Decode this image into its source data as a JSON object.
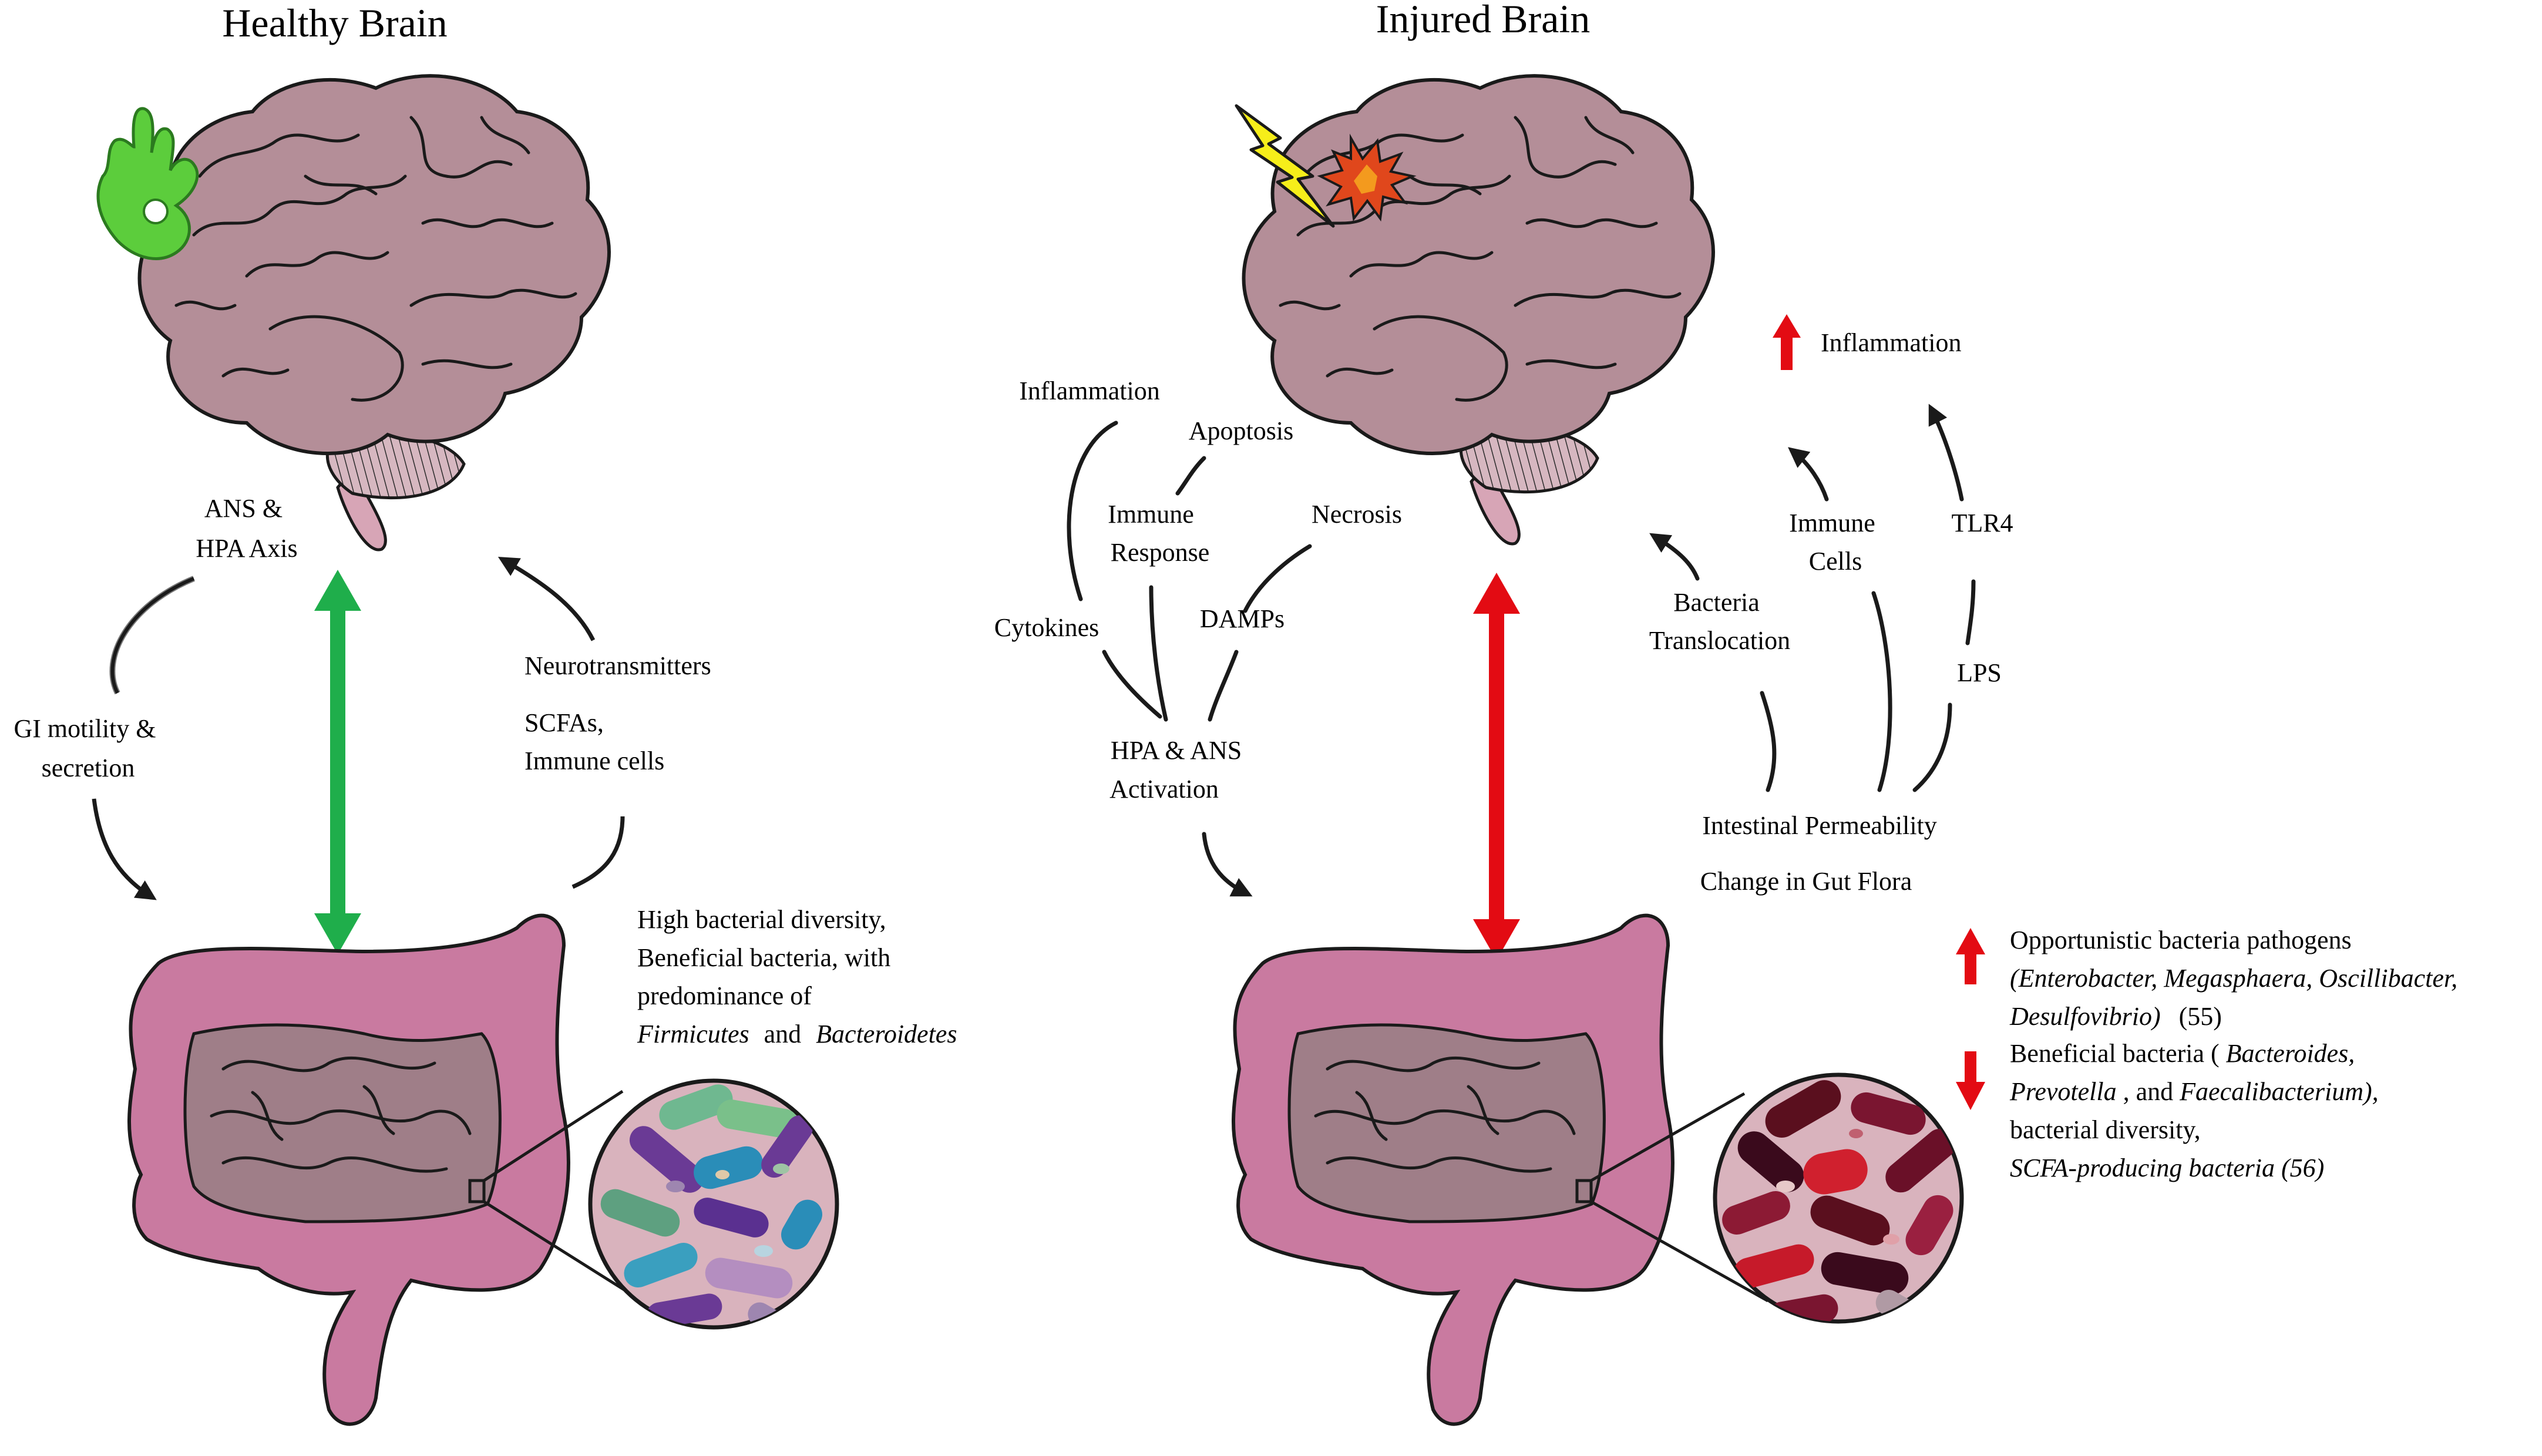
{
  "titles": {
    "healthy": "Healthy Brain",
    "injured": "Injured Brain"
  },
  "healthy": {
    "ans_hpa": [
      "ANS &",
      "HPA Axis"
    ],
    "gi_motility": [
      "GI motility &",
      "secretion"
    ],
    "neurotransmitters": "Neurotransmitters",
    "scfas": [
      "SCFAs,",
      "Immune cells"
    ],
    "diversity_note": [
      "High bacterial diversity,",
      "Beneficial bacteria, with",
      "predominance of"
    ],
    "diversity_taxa": {
      "a": "Firmicutes",
      "and": "and",
      "b": "Bacteroidetes"
    }
  },
  "injured": {
    "inflammation_left": "Inflammation",
    "apoptosis": "Apoptosis",
    "immune_response": [
      "Immune",
      "Response"
    ],
    "necrosis": "Necrosis",
    "cytokines": "Cytokines",
    "damps": "DAMPs",
    "hpa_ans": [
      "HPA & ANS",
      "Activation"
    ],
    "inflammation_right": "Inflammation",
    "immune_cells": [
      "Immune",
      "Cells"
    ],
    "tlr4": "TLR4",
    "lps": "LPS",
    "bacteria_translocation": [
      "Bacteria",
      "Translocation"
    ],
    "intestinal_permeability": "Intestinal Permeability",
    "gut_flora": "Change in Gut Flora",
    "opportunistic": {
      "line1": "Opportunistic bacteria pathogens",
      "line2": "(Enterobacter, Megasphaera, Oscillibacter,",
      "line3_italic": "Desulfovibrio)",
      "line3_ref": "(55)"
    },
    "beneficial": {
      "line1_a": "Beneficial bacteria (",
      "line1_b": "Bacteroides,",
      "line2_a": "Prevotella",
      "line2_b": ", and ",
      "line2_c": "Faecalibacterium),",
      "line3": "bacterial diversity,",
      "line4": "SCFA-producing bacteria (56)"
    }
  },
  "colors": {
    "brain": "#b48e98",
    "brain_outline": "#1a1a1a",
    "intestine": "#c97aa0",
    "healthy_arrow": "#1fae4b",
    "injured_arrow": "#e30b13",
    "up_arrow": "#e30b13",
    "hand": "#5ccd3c",
    "lightning": "#f6ee1a",
    "burst": "#e0471c"
  },
  "icons": [
    "ok-hand-icon",
    "lightning-icon",
    "burst-icon",
    "up-arrow-icon",
    "down-arrow-icon"
  ]
}
